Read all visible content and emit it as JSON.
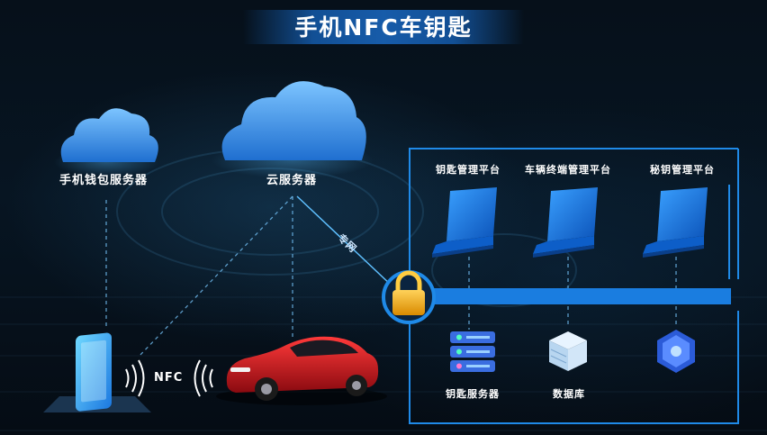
{
  "title": "手机NFC车钥匙",
  "nodes": {
    "wallet_server": "手机钱包服务器",
    "cloud_server": "云服务器",
    "key_platform": "钥匙管理平台",
    "vehicle_terminal_platform": "车辆终端管理平台",
    "secret_key_platform": "秘钥管理平台",
    "key_server": "钥匙服务器",
    "database": "数据库"
  },
  "links": {
    "private_network": "专网",
    "nfc": "NFC"
  },
  "colors": {
    "accent_blue": "#1a7de0",
    "cloud_blue": "#3a8fe8",
    "lock_gold": "#f0b020",
    "car_red": "#c8141e"
  }
}
